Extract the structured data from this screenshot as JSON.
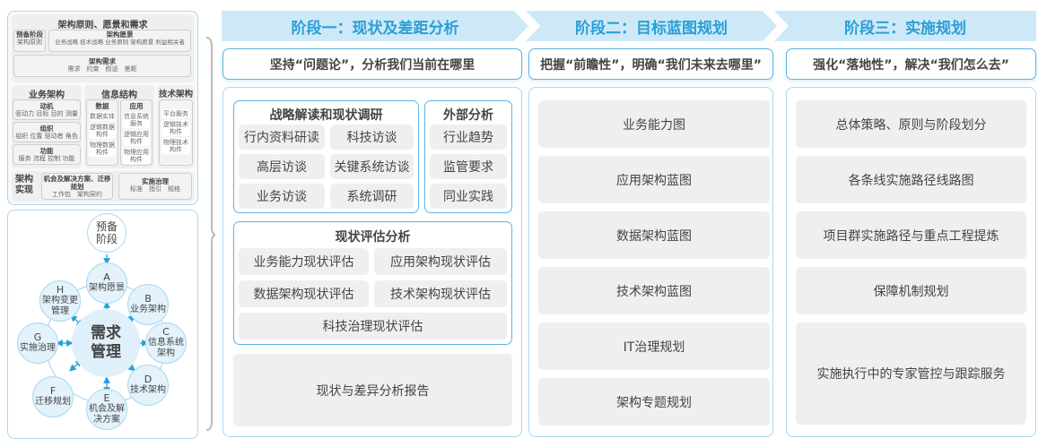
{
  "left_top": {
    "title": "架构原则、愿景和需求",
    "prep": {
      "title": "预备阶段",
      "text": "架构原则"
    },
    "vision": {
      "title": "架构愿景",
      "text": "业务战略 技术战略 业务原则 架构愿景 利益相关者"
    },
    "req": {
      "title": "架构需求",
      "text": "需求　约束　假设　差距"
    },
    "biz": {
      "title": "业务架构",
      "boxes": [
        {
          "title": "动机",
          "text": "驱动力 目标 目的 测量"
        },
        {
          "title": "组织",
          "text": "组织 位置 驱动者 角色"
        },
        {
          "title": "功能",
          "text": "服务 流程 控制 功能"
        }
      ]
    },
    "info": {
      "title": "信息结构",
      "data": {
        "title": "数据",
        "items": [
          "数据实体",
          "逻辑数据构件",
          "物理数据构件"
        ]
      },
      "app": {
        "title": "应用",
        "items": [
          "信息系统服务",
          "逻辑应用构件",
          "物理应用构件"
        ]
      }
    },
    "tech": {
      "title": "技术架构",
      "items": [
        "平台服务",
        "逻辑技术构件",
        "物理技术构件"
      ]
    },
    "impl": {
      "title": "架构实现",
      "opp": {
        "title": "机会及解决方案、迁移规划",
        "text": "工作包　架构契约"
      },
      "gov": {
        "title": "实施治理",
        "text": "标准　指引　规格"
      }
    }
  },
  "cycle": {
    "prep": "预备阶段",
    "center": "需求管理",
    "nodes": [
      {
        "letter": "A",
        "label": "架构愿景"
      },
      {
        "letter": "B",
        "label": "业务架构"
      },
      {
        "letter": "C",
        "label": "信息系统架构"
      },
      {
        "letter": "D",
        "label": "技术架构"
      },
      {
        "letter": "E",
        "label": "机会及解决方案"
      },
      {
        "letter": "F",
        "label": "迁移规划"
      },
      {
        "letter": "G",
        "label": "实施治理"
      },
      {
        "letter": "H",
        "label": "架构变更管理"
      }
    ]
  },
  "phases": [
    {
      "title": "阶段一：现状及差距分析",
      "slogan": "坚持“问题论”，分析我们当前在哪里"
    },
    {
      "title": "阶段二：目标蓝图规划",
      "slogan": "把握“前瞻性”，明确“我们未来去哪里”"
    },
    {
      "title": "阶段三：实施规划",
      "slogan": "强化“落地性”，解决“我们怎么去”"
    }
  ],
  "phase1": {
    "strategy": {
      "title": "战略解读和现状调研",
      "items": [
        "行内资料研读",
        "科技访谈",
        "高层访谈",
        "关键系统访谈",
        "业务访谈",
        "系统调研"
      ]
    },
    "external": {
      "title": "外部分析",
      "items": [
        "行业趋势",
        "监管要求",
        "同业实践"
      ]
    },
    "eval": {
      "title": "现状评估分析",
      "items": [
        "业务能力现状评估",
        "应用架构现状评估",
        "数据架构现状评估",
        "技术架构现状评估",
        "科技治理现状评估"
      ]
    },
    "report": "现状与差异分析报告"
  },
  "phase2": {
    "items": [
      "业务能力图",
      "应用架构蓝图",
      "数据架构蓝图",
      "技术架构蓝图",
      "IT治理规划",
      "架构专题规划"
    ]
  },
  "phase3": {
    "items": [
      "总体策略、原则与阶段划分",
      "各条线实施路径线路图",
      "项目群实施路径与重点工程提炼",
      "保障机制规划",
      "实施执行中的专家管控与跟踪服务"
    ]
  },
  "colors": {
    "accent": "#2a9fd6",
    "phase_bg": "#cde9f8",
    "border": "#5ab5e2",
    "box": "#efefef"
  }
}
